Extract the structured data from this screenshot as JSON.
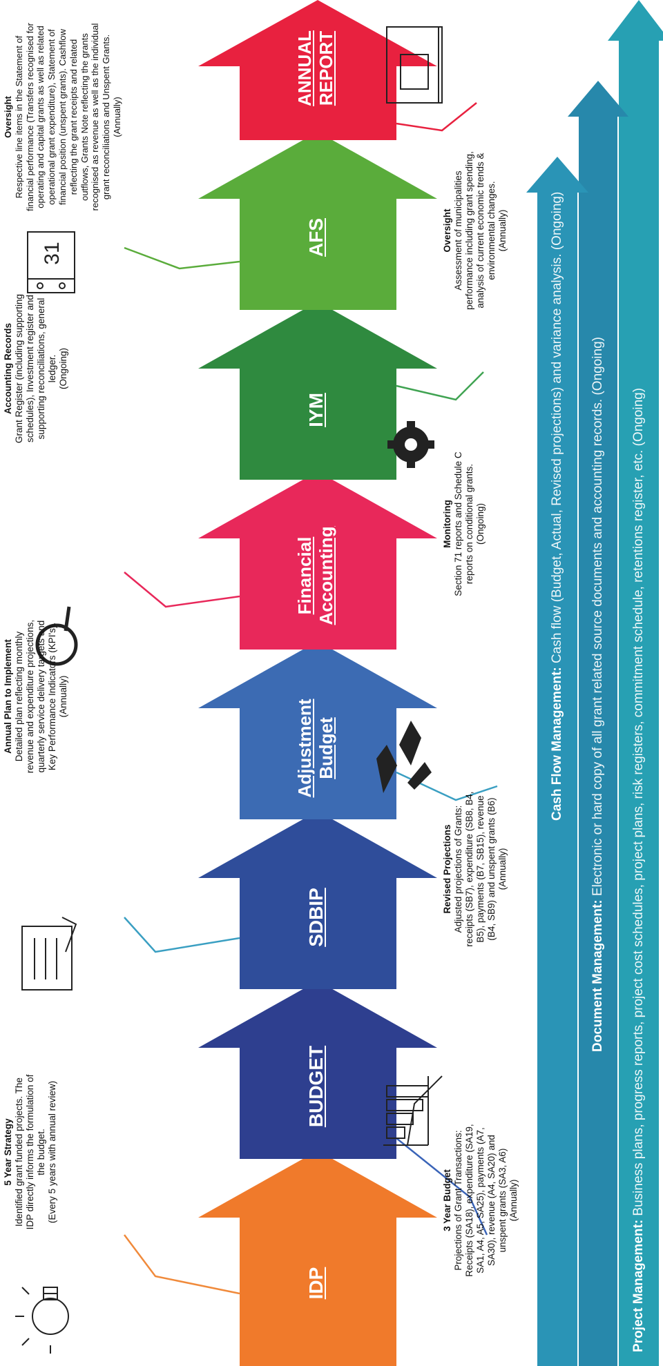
{
  "stages": [
    {
      "label_lines": [
        "IDP"
      ],
      "color": "#f07a2b"
    },
    {
      "label_lines": [
        "BUDGET"
      ],
      "color": "#2e3f8f"
    },
    {
      "label_lines": [
        "SDBIP"
      ],
      "color": "#2f4d9a"
    },
    {
      "label_lines": [
        "Adjustment",
        "Budget"
      ],
      "color": "#3c6bb3"
    },
    {
      "label_lines": [
        "Financial",
        "Accounting"
      ],
      "color": "#e8285a"
    },
    {
      "label_lines": [
        "IYM"
      ],
      "color": "#2f8a3f"
    },
    {
      "label_lines": [
        "AFS"
      ],
      "color": "#5aac3b"
    },
    {
      "label_lines": [
        "ANNUAL",
        "REPORT"
      ],
      "color": "#e8213f"
    }
  ],
  "top_boxes": [
    {
      "title": "5 Year Strategy",
      "lines": [
        "Identified grant funded projects. The",
        "IDP directly informs the formulation of",
        "the budget.",
        "(Every 5 years with annual review)"
      ]
    },
    {
      "title": "Annual Plan to Implement",
      "lines": [
        "Detailed plan reflecting monthly",
        "revenue and expenditure projections,",
        "quarterly service delivery targets and",
        "Key Performance Indicators (KPI's).",
        "(Annually)"
      ]
    },
    {
      "title": "Accounting Records",
      "lines": [
        "Grant Register (including supporting",
        "schedules), Investment register and",
        "supporting reconciliations, general",
        "ledger.",
        "(Ongoing)"
      ]
    },
    {
      "title": "Oversight",
      "lines": [
        "Respective line items in the Statement of",
        "financial performance (Transfers recognised for",
        "operating and capital grants as well as related",
        "operational grant expenditure), Statement of",
        "financial position (unspent grants). Cashflow",
        "reflecting the grant receipts and related",
        "outflows, Grants Note reflecting the grants",
        "recognised as revenue as well as the individual",
        "grant reconciliations and Unspent Grants.",
        "(Annually)"
      ]
    }
  ],
  "bottom_boxes": [
    {
      "title": "3 Year Budget",
      "lines": [
        "Projections of Grant Transactions:",
        "Receipts (SA18), expenditure (SA19,",
        "SA1, A4, A5, SA25), payments (A7,",
        "SA30), revenue (A4, SA20) and",
        "unspent grants (SA3, A6)",
        "(Annually)"
      ]
    },
    {
      "title": "Revised Projections",
      "lines": [
        "Adjusted projections of Grants:",
        "receipts (SB7), expenditure (SB8, B4,",
        "B5), payments (B7, SB15), revenue",
        "(B4, SB9) and unspent grants (B6)",
        "(Annually)"
      ]
    },
    {
      "title": "Monitoring",
      "lines": [
        "Section 71 reports and Schedule C",
        "reports on conditional grants.",
        "(Ongoing)"
      ]
    },
    {
      "title": "Oversight",
      "lines": [
        "Assessment of municipalities",
        "performance including grant spending,",
        "analysis of current economic trends &",
        "environmental changes.",
        "(Annually)"
      ]
    }
  ],
  "calendar_day": "31",
  "bars": [
    {
      "name": "Cash Flow Management:",
      "desc": "Cash flow (Budget, Actual, Revised projections) and variance analysis. (Ongoing)",
      "color": "#2a94b6"
    },
    {
      "name": "Document Management:",
      "desc": "Electronic or hard copy of all grant related source documents and accounting records. (Ongoing)",
      "color": "#2788ab"
    },
    {
      "name": "Project Management:",
      "desc": "Business plans, progress reports, project cost schedules, project plans, risk registers, commitment schedule, retentions register, etc. (Ongoing)",
      "color": "#27a0b3"
    }
  ],
  "icons": [
    "lightbulb-icon",
    "bar-chart-icon",
    "checklist-icon",
    "handshake-icon",
    "magnifier-icon",
    "gear-icon",
    "calendar-icon",
    "report-book-icon"
  ]
}
